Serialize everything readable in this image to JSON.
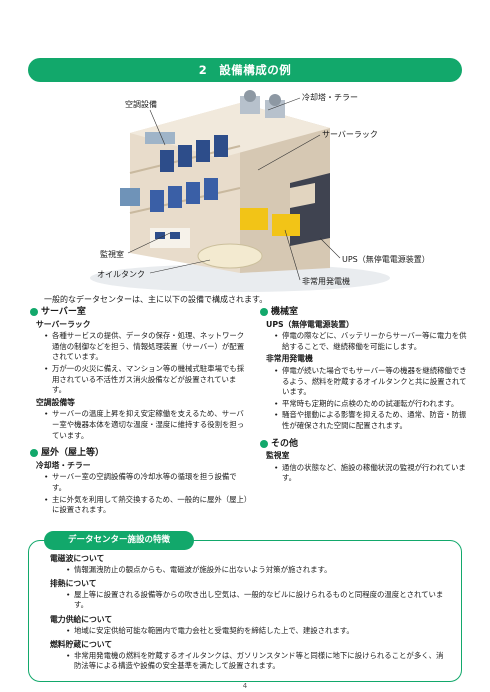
{
  "title": "2　設備構成の例",
  "callouts": {
    "air": "空調設備",
    "cooling": "冷却塔・チラー",
    "rack": "サーバーラック",
    "monitor": "監視室",
    "oil": "オイルタンク",
    "ups": "UPS（無停電電源装置）",
    "generator": "非常用発電機"
  },
  "intro": "一般的なデータセンターは、主に以下の設備で構成されます。",
  "left": {
    "server_room": {
      "head": "サーバー室",
      "rack_head": "サーバーラック",
      "rack_items": [
        "各種サービスの提供、データの保存・処理、ネットワーク通信の制御などを担う、情報処理装置（サーバー）が配置されています。",
        "万が一の火災に備え、マンション等の機械式駐車場でも採用されている不活性ガス消火設備などが設置されています。"
      ],
      "air_head": "空調設備等",
      "air_items": [
        "サーバーの温度上昇を抑え安定稼働を支えるため、サーバー室や機器本体を適切な温度・湿度に維持する役割を担っています。"
      ]
    },
    "outdoor": {
      "head": "屋外（屋上等）",
      "cool_head": "冷却塔・チラー",
      "cool_items": [
        "サーバー室の空調設備等の冷却水等の循環を担う設備です。",
        "主に外気を利用して熱交換するため、一般的に屋外（屋上）に設置されます。"
      ]
    }
  },
  "right": {
    "machine_room": {
      "head": "機械室",
      "ups_head": "UPS（無停電電源装置）",
      "ups_items": [
        "停電の際などに、バッテリーからサーバー等に電力を供給することで、継続稼働を可能にします。"
      ],
      "gen_head": "非常用発電機",
      "gen_items": [
        "停電が続いた場合でもサーバー等の機器を継続稼働できるよう、燃料を貯蔵するオイルタンクと共に設置されています。",
        "平常時も定期的に点検のための試運転が行われます。",
        "騒音や振動による影響を抑えるため、通常、防音・防振性が確保された空間に配置されます。"
      ]
    },
    "other": {
      "head": "その他",
      "mon_head": "監視室",
      "mon_items": [
        "通信の状態など、施設の稼働状況の監視が行われています。"
      ]
    }
  },
  "features": {
    "tab": "データセンター施設の特徴",
    "sections": [
      {
        "head": "電磁波について",
        "items": [
          "情報漏洩防止の観点からも、電磁波が施設外に出ないよう対策が施されます。"
        ]
      },
      {
        "head": "排熱について",
        "items": [
          "屋上等に設置される設備等からの吹き出し空気は、一般的なビルに設けられるものと同程度の温度とされています。"
        ]
      },
      {
        "head": "電力供給について",
        "items": [
          "地域に安定供給可能な範囲内で電力会社と受電契約を締結した上で、建設されます。"
        ]
      },
      {
        "head": "燃料貯蔵について",
        "items": [
          "非常用発電機の燃料を貯蔵するオイルタンクは、ガソリンスタンド等と同様に地下に設けられることが多く、消防法等による構造や設備の安全基準を満たして設置されます。"
        ]
      }
    ]
  },
  "page_number": "4",
  "colors": {
    "accent": "#12a86b"
  }
}
